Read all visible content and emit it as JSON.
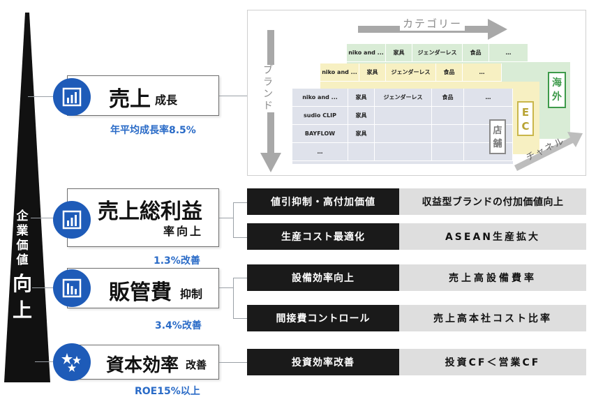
{
  "pillar": {
    "label_small": "企業価値",
    "label_big": "向上"
  },
  "metrics": [
    {
      "main": "売上",
      "suffix": "成長",
      "sub": "年平均成長率8.5%"
    },
    {
      "main": "売上総利益",
      "suffix": "率向上",
      "sub": "1.3%改善"
    },
    {
      "main": "販管費",
      "suffix": "抑制",
      "sub": "3.4%改善"
    },
    {
      "main": "資本効率",
      "suffix": "改善",
      "sub": "ROE15%以上"
    }
  ],
  "strategies": [
    {
      "dark": "値引抑制・高付加価値",
      "light": "収益型ブランドの付加価値向上"
    },
    {
      "dark": "生産コスト最適化",
      "light": "ASEAN生産拡大"
    },
    {
      "dark": "設備効率向上",
      "light": "売上高設備費率"
    },
    {
      "dark": "間接費コントロール",
      "light": "売上高本社コスト比率"
    },
    {
      "dark": "投資効率改善",
      "light": "投資CF＜営業CF"
    }
  ],
  "matrix": {
    "category_label": "カテゴリー",
    "brand_label": "ブランド",
    "channel_label": "チャネル",
    "layers": [
      {
        "name": "海外",
        "color": "#d9ecd6",
        "headers": [
          "niko and ...",
          "家具",
          "ジェンダーレス",
          "食品",
          "…"
        ]
      },
      {
        "name": "EC",
        "color": "#f7f0c2",
        "headers": [
          "niko and ...",
          "家具",
          "ジェンダーレス",
          "食品",
          "…"
        ]
      },
      {
        "name": "店舗",
        "color": "#dfe2eb",
        "headers": [
          "niko and ...",
          "家具",
          "ジェンダーレス",
          "食品",
          "…"
        ],
        "rows": [
          [
            "sudio CLIP",
            "家具"
          ],
          [
            "BAYFLOW",
            "家具"
          ],
          [
            "…",
            ""
          ]
        ]
      }
    ]
  },
  "colors": {
    "accent_blue": "#1e5bb8",
    "sub_blue": "#2a6bc7",
    "dark": "#1a1a1a",
    "light_gray": "#dedede"
  }
}
